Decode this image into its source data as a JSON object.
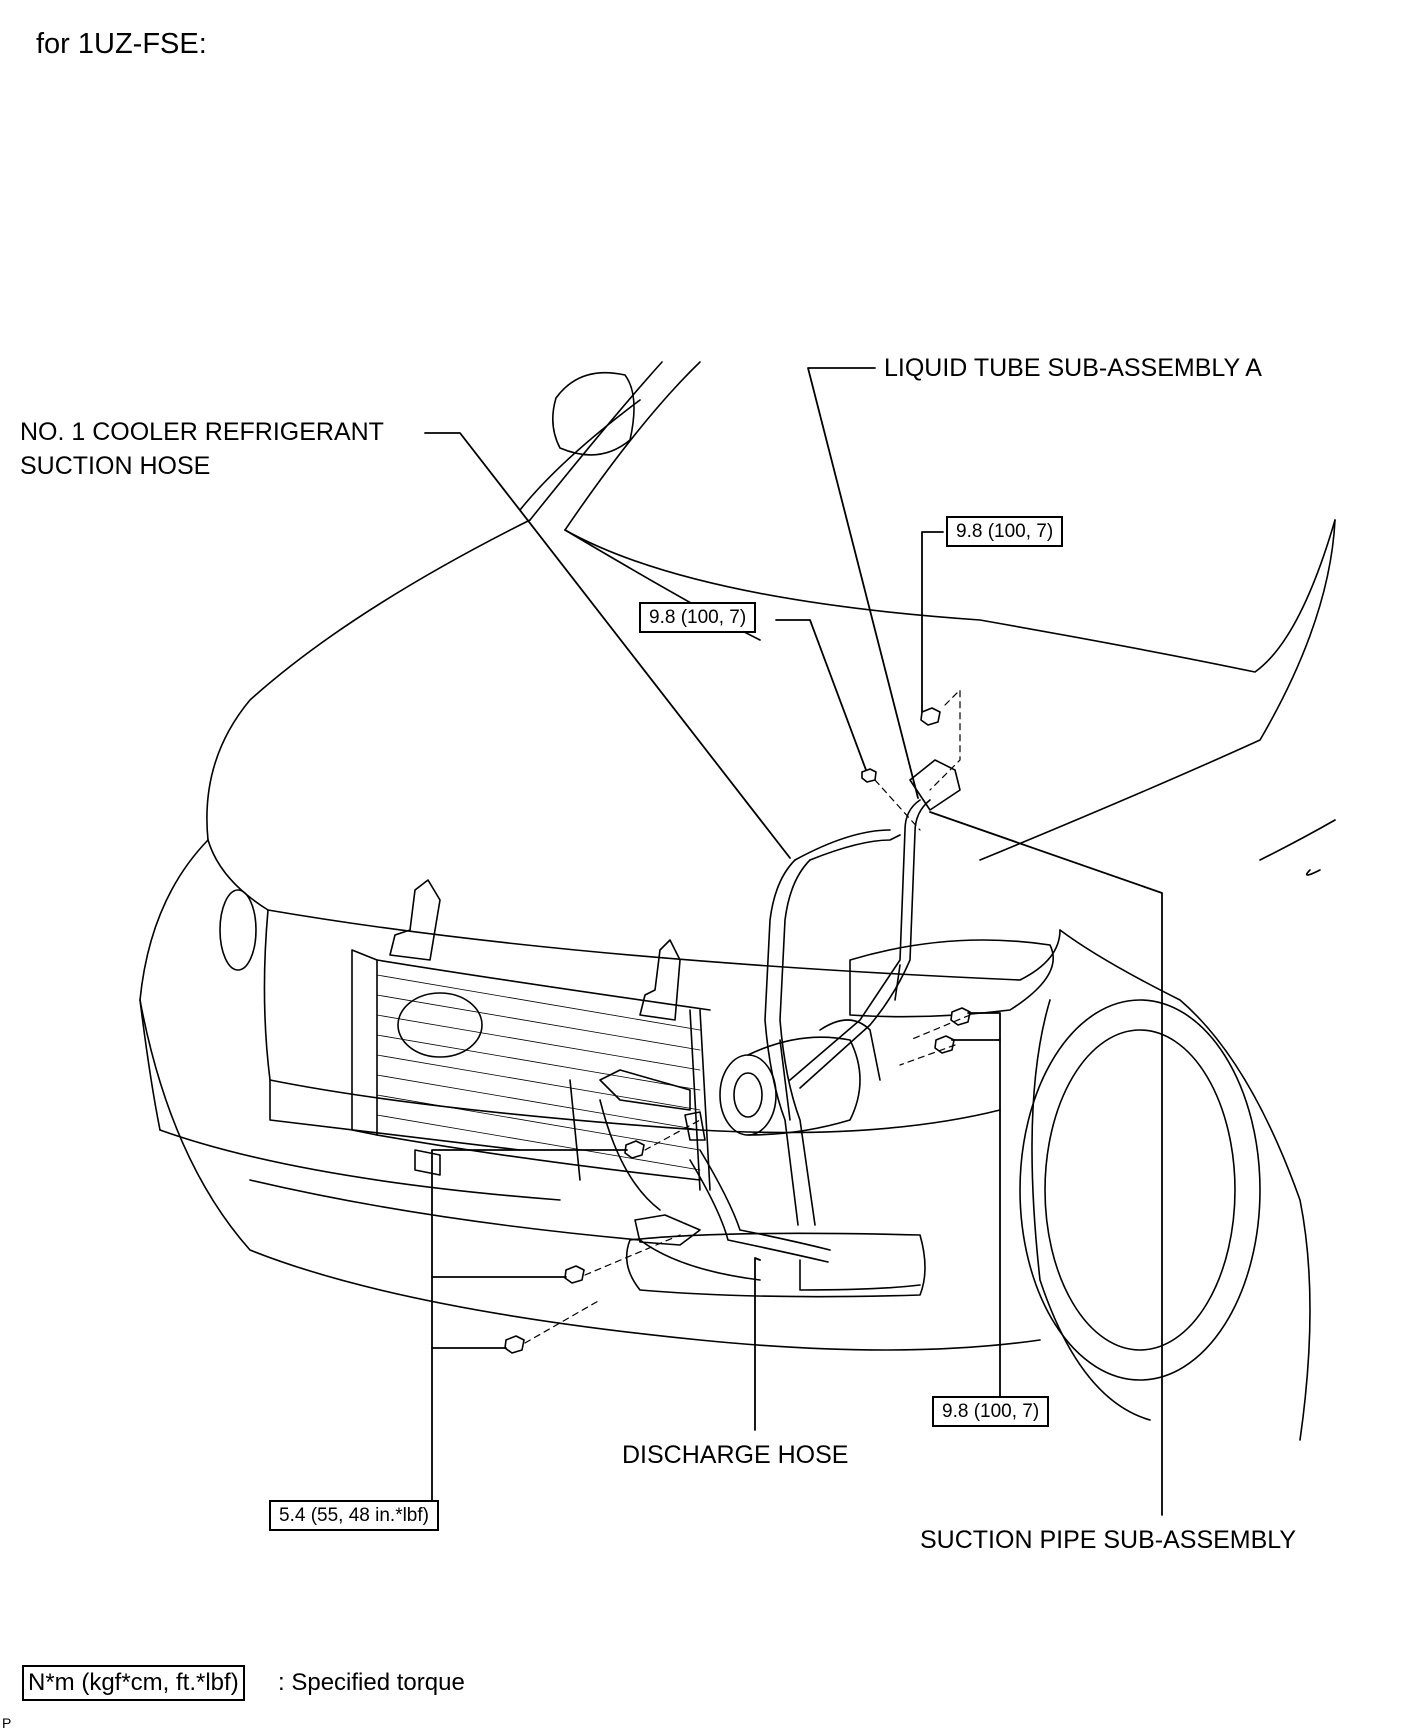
{
  "header": {
    "engine_label": "for 1UZ-FSE:"
  },
  "parts": {
    "suction_hose": [
      "NO. 1 COOLER REFRIGERANT",
      "SUCTION HOSE"
    ],
    "liquid_tube": "LIQUID TUBE SUB-ASSEMBLY A",
    "discharge_hose": "DISCHARGE HOSE",
    "suction_pipe": "SUCTION PIPE  SUB-ASSEMBLY"
  },
  "torques": {
    "liquid_tube_bracket": "9.8 (100, 7)",
    "suction_hose_bolt": "9.8 (100, 7)",
    "compressor_bolts": "9.8 (100, 7)",
    "condenser_bolts": "5.4 (55, 48 in.*lbf)"
  },
  "legend": {
    "box": "N*m (kgf*cm, ft.*lbf)",
    "text": ": Specified torque"
  },
  "footer": {
    "code": "P"
  }
}
